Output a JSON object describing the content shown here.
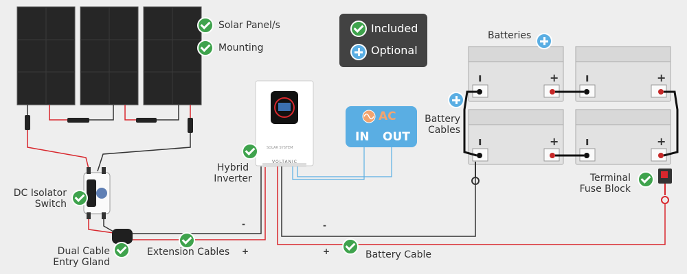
{
  "legend": {
    "included": "Included",
    "optional": "Optional"
  },
  "labels": {
    "solar_panels": "Solar Panel/s",
    "mounting": "Mounting",
    "dc_isolator": "DC Isolator\nSwitch",
    "dual_cable_gland": "Dual Cable\nEntry Gland",
    "extension_cables": "Extension Cables",
    "hybrid_inverter": "Hybrid\nInverter",
    "batteries": "Batteries",
    "battery_cables": "Battery\nCables",
    "terminal_fuse_block": "Terminal\nFuse Block",
    "battery_cable": "Battery Cable"
  },
  "ac_box": {
    "title": "AC",
    "in": "IN",
    "out": "OUT"
  },
  "inverter": {
    "brand": "VOLTANIC",
    "model": "SOLAR SYSTEM"
  },
  "polarity": {
    "minus": "-",
    "plus": "+"
  },
  "battery_terminal_marks": {
    "negative": "ı",
    "positive": "+"
  },
  "colors": {
    "background": "#eeeeee",
    "panel": "#2b2b2b",
    "included_check": "#3fa34d",
    "optional_plus": "#5aaee3",
    "positive_wire": "#d8272d",
    "negative_wire": "#333333",
    "ac_line": "#5aaee3"
  }
}
